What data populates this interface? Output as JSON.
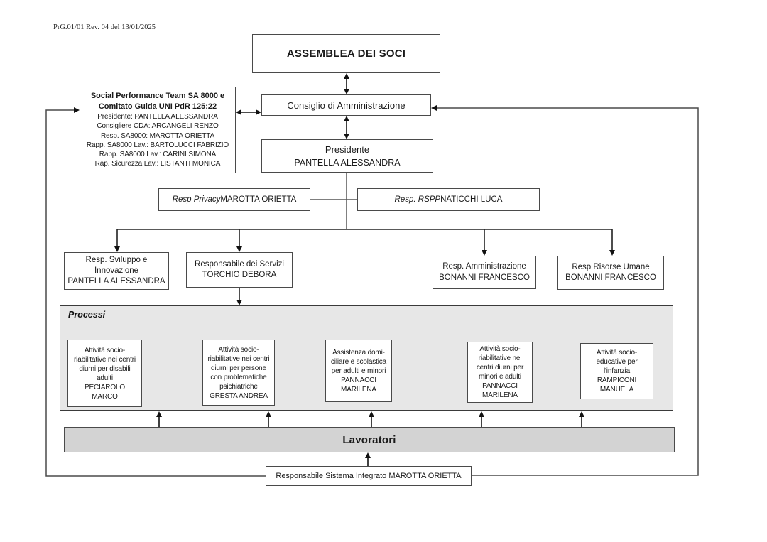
{
  "document": {
    "reference": "PrG.01/01 Rev. 04 del 13/01/2025"
  },
  "colors": {
    "box_border": "#4a4a4a",
    "arrow_line": "#000000",
    "plain_line": "#555555",
    "processi_fill": "#e7e7e7",
    "lavoratori_fill": "#d3d3d3",
    "background": "#ffffff"
  },
  "nodes": {
    "assemblea": {
      "label": "ASSEMBLEA DEI SOCI"
    },
    "social_performance_team": {
      "title": "Social Performance Team SA 8000 e\nComitato Guida UNI PdR 125:22",
      "members": "Presidente: PANTELLA ALESSANDRA\nConsigliere CDA: ARCANGELI RENZO\nResp. SA8000: MAROTTA ORIETTA\nRapp. SA8000 Lav.: BARTOLUCCI FABRIZIO\nRapp. SA8000 Lav.: CARINI SIMONA\nRap. Sicurezza Lav.: LISTANTI MONICA"
    },
    "consiglio": {
      "label": "Consiglio di Amministrazione"
    },
    "presidente": {
      "role": "Presidente",
      "name": "PANTELLA ALESSANDRA"
    },
    "resp_privacy": {
      "role": "Resp Privacy",
      "name": " MAROTTA ORIETTA"
    },
    "resp_rspp": {
      "role": "Resp. RSPP",
      "name": " NATICCHI LUCA"
    },
    "resp_sviluppo": {
      "text": "Resp. Sviluppo e\nInnovazione\nPANTELLA ALESSANDRA"
    },
    "resp_servizi": {
      "text": "Responsabile dei Servizi\nTORCHIO DEBORA"
    },
    "resp_amministrazione": {
      "text": "Resp. Amministrazione\nBONANNI FRANCESCO"
    },
    "resp_risorse_umane": {
      "text": "Resp Risorse Umane\nBONANNI FRANCESCO"
    },
    "processi": {
      "label": "Processi"
    },
    "process_boxes": [
      {
        "text": "Attività socio-\nriabilitative nei centri\ndiurni per disabili\nadulti\nPECIAROLO\nMARCO"
      },
      {
        "text": "Attività socio-\nriabilitative nei centri\ndiurni per persone\ncon problematiche\npsichiatriche\nGRESTA ANDREA"
      },
      {
        "text": "Assistenza domi-\nciliare e scolastica\nper adulti e minori\nPANNACCI\nMARILENA"
      },
      {
        "text": "Attività socio-\nriabilitative nei\ncentri diurni per\nminori e adulti\nPANNACCI\nMARILENA"
      },
      {
        "text": "Attività socio-\neducative per\nl'infanzia\nRAMPICONI\nMANUELA"
      }
    ],
    "lavoratori": {
      "label": "Lavoratori"
    },
    "sistema_integrato": {
      "label": "Responsabile Sistema Integrato MAROTTA ORIETTA"
    }
  }
}
